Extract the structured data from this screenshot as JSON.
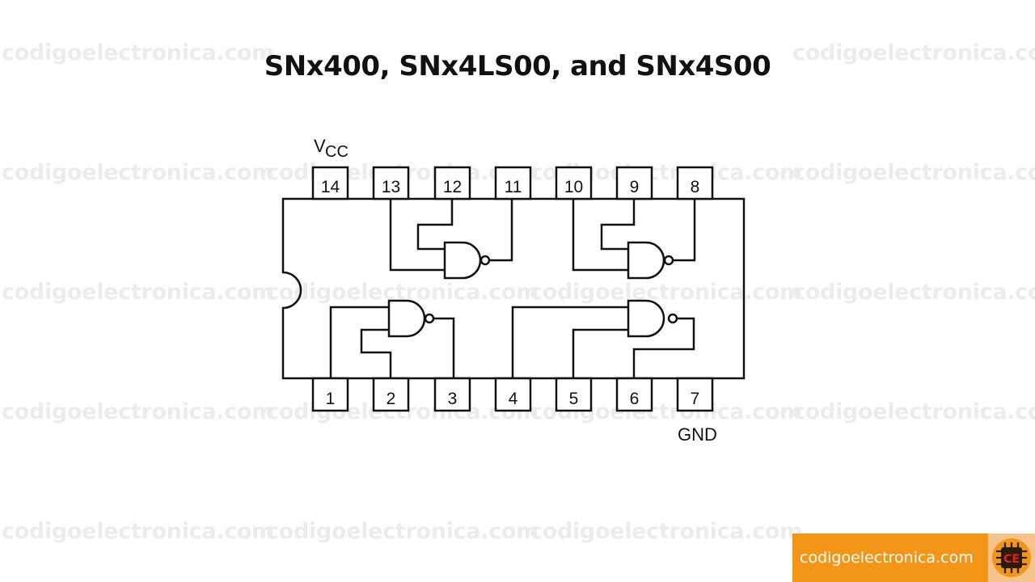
{
  "title": "SNx400, SNx4LS00, and SNx4S00",
  "watermark": "codigoelectronica.com",
  "diagram": {
    "vcc_label": "V",
    "vcc_sub": "CC",
    "gnd_label": "GND",
    "top_pins": [
      "14",
      "13",
      "12",
      "11",
      "10",
      "9",
      "8"
    ],
    "bottom_pins": [
      "1",
      "2",
      "3",
      "4",
      "5",
      "6",
      "7"
    ]
  },
  "footer": {
    "site": "codigoelectronica.com",
    "logo_text": "CE",
    "background": "#f39517"
  }
}
